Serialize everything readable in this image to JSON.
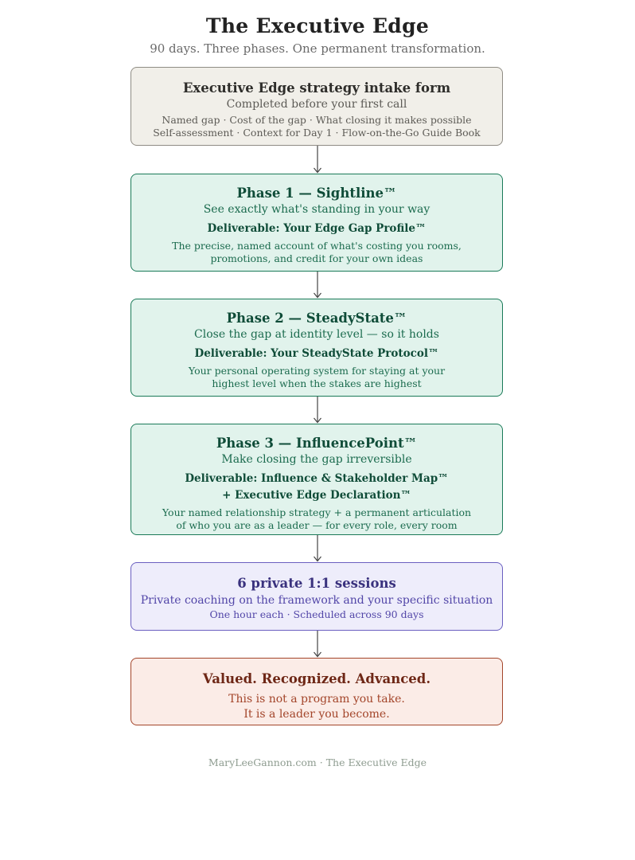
{
  "header": {
    "title": "The Executive Edge",
    "subtitle": "90 days. Three phases. One permanent transformation."
  },
  "intake": {
    "title": "Executive Edge strategy intake form",
    "subtitle": "Completed before your first call",
    "details": [
      "Named gap · Cost of the gap · What closing it makes possible",
      "Self-assessment · Context for Day 1 · Flow-on-the-Go Guide Book"
    ]
  },
  "phases": [
    {
      "title": "Phase 1 — Sightline™",
      "subtitle": "See exactly what's standing in your way",
      "deliverable": [
        "Deliverable: Your Edge Gap Profile™"
      ],
      "description": [
        "The precise, named account of what's costing you rooms,",
        "promotions, and credit for your own ideas"
      ]
    },
    {
      "title": "Phase 2 — SteadyState™",
      "subtitle": "Close the gap at identity level — so it holds",
      "deliverable": [
        "Deliverable: Your SteadyState Protocol™"
      ],
      "description": [
        "Your personal operating system for staying at your",
        "highest level when the stakes are highest"
      ]
    },
    {
      "title": "Phase 3 — InfluencePoint™",
      "subtitle": "Make closing the gap irreversible",
      "deliverable": [
        "Deliverable: Influence & Stakeholder Map™",
        "+ Executive Edge Declaration™"
      ],
      "description": [
        "Your named relationship strategy + a permanent articulation",
        "of who you are as a leader — for every role, every room"
      ]
    }
  ],
  "sessions": {
    "title": "6 private 1:1 sessions",
    "subtitle": "Private coaching on the framework and your specific situation",
    "detail": "One hour each · Scheduled across 90 days"
  },
  "outcome": {
    "title": "Valued. Recognized. Advanced.",
    "lines": [
      "This is not a program you take.",
      "It is a leader you become."
    ]
  },
  "footer": {
    "text": "MaryLeeGannon.com · The Executive Edge"
  },
  "colors": {
    "intake_fill": "#f1efe9",
    "phase_fill": "#e1f3ec",
    "phase_text": "#0f4c38",
    "sessions_fill": "#eeedfb",
    "sessions_text": "#3a327e",
    "outcome_fill": "#fbece7",
    "outcome_text": "#6e2716",
    "arrow": "#444444"
  }
}
